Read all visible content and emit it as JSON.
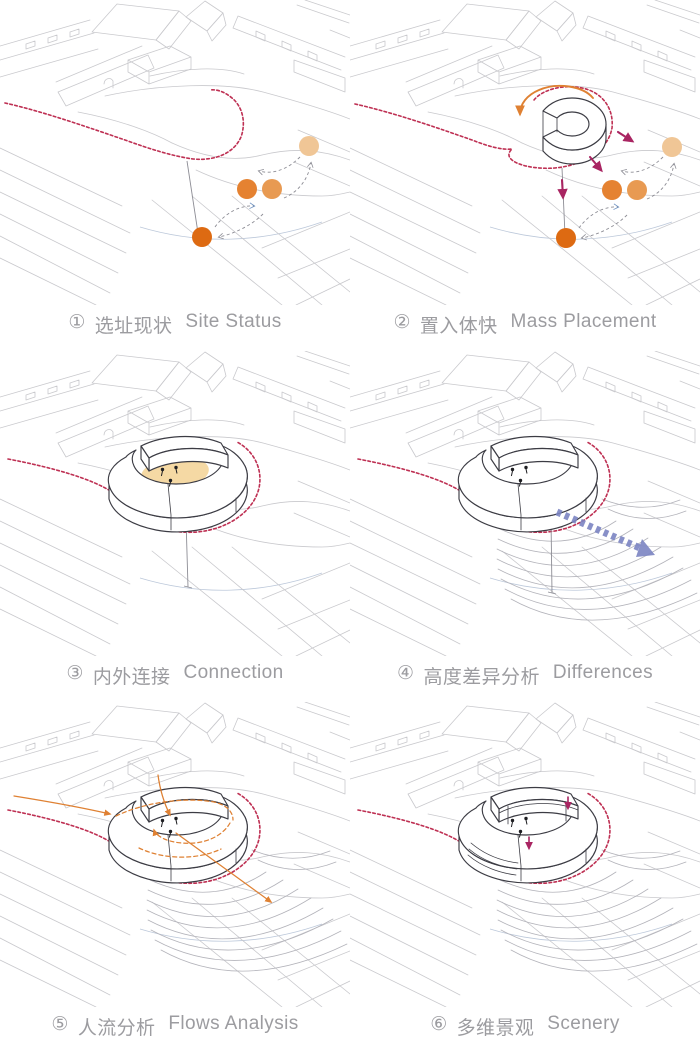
{
  "page": {
    "background": "#ffffff"
  },
  "colors": {
    "sketch": "#c9c9cd",
    "sketch_dark": "#b3b3ba",
    "stream": "#bcc8da",
    "survey": "#8d8d95",
    "dash_gray": "#8d8d95",
    "dash_blue": "#6a8fc0",
    "building_outline": "#3c3c44",
    "red_dashed": "#be3053",
    "orange_dark": "#dd6a12",
    "orange_mid": "#e58231",
    "orange_light": "#e89a52",
    "orange_pale": "#f0c696",
    "orange_arrow": "#df8133",
    "magenta_arrow": "#a92562",
    "blue_arrow": "#7b84c2",
    "courtyard_fill": "#f5d9a4",
    "people": "#1e1e22",
    "caption_text": "#9c9ca0"
  },
  "panels": [
    {
      "id": "site-status",
      "num": "①",
      "zh": "选址现状",
      "en": "Site Status"
    },
    {
      "id": "mass-placement",
      "num": "②",
      "zh": "置入体快",
      "en": "Mass Placement"
    },
    {
      "id": "connection",
      "num": "③",
      "zh": "内外连接",
      "en": "Connection"
    },
    {
      "id": "differences",
      "num": "④",
      "zh": "高度差异分析",
      "en": "Differences"
    },
    {
      "id": "flows-analysis",
      "num": "⑤",
      "zh": "人流分析",
      "en": "Flows Analysis"
    },
    {
      "id": "scenery",
      "num": "⑥",
      "zh": "多维景观",
      "en": "Scenery"
    }
  ]
}
